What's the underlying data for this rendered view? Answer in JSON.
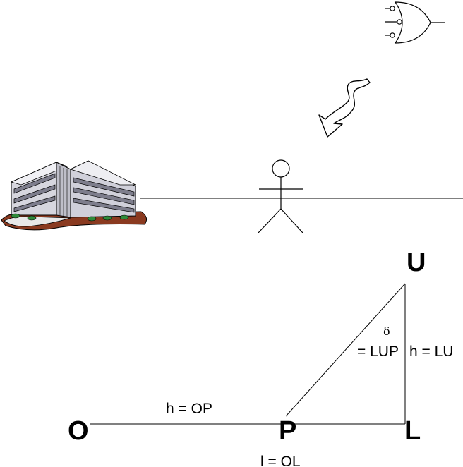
{
  "points": {
    "o": "O",
    "p": "P",
    "l": "L",
    "u": "U"
  },
  "labels": {
    "op": "h = OP",
    "ol": "l = OL",
    "lu": "h = LU",
    "delta": "δ",
    "lup": "= LUP"
  },
  "icons": {
    "building": "office-building-clipart",
    "person": "stick-figure",
    "gate": "logic-or-gate",
    "arrow": "wavy-arrow"
  },
  "colors": {
    "line": "#000000",
    "background": "#ffffff"
  }
}
